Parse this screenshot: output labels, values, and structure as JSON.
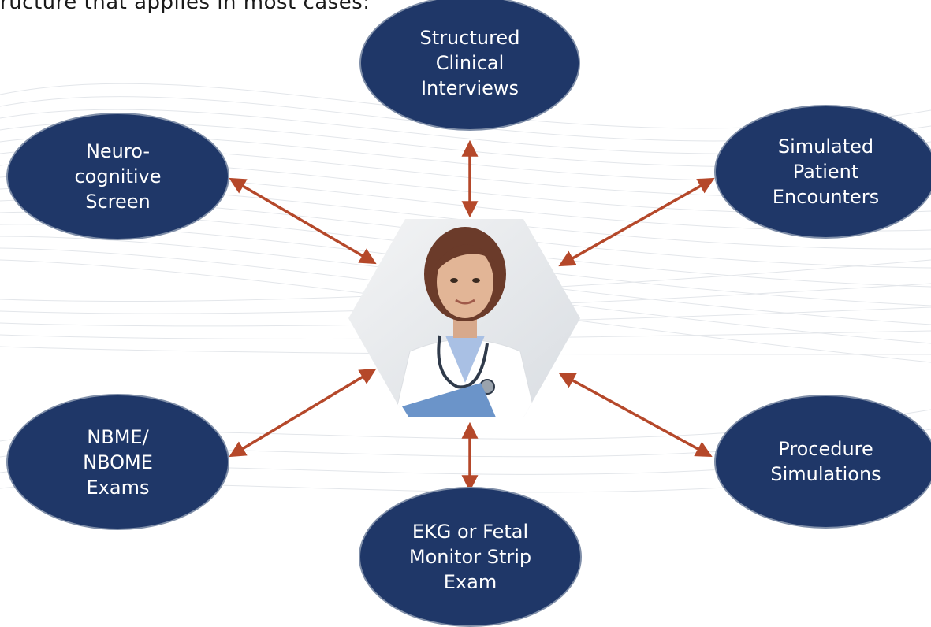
{
  "intro_text": "ructure that applies in most cases:",
  "nodes": {
    "interviews": "Structured\nClinical\nInterviews",
    "neuro": "Neuro-\ncognitive\nScreen",
    "simulated": "Simulated\nPatient\nEncounters",
    "nbme": "NBME/\nNBOME\nExams",
    "procedure": "Procedure\nSimulations",
    "ekg": "EKG or Fetal\nMonitor Strip\nExam"
  },
  "colors": {
    "node_fill": "#1f3768",
    "node_border": "#7f8ea8",
    "arrow": "#b5482a",
    "node_text": "#ffffff"
  },
  "center_image": "doctor-photo"
}
